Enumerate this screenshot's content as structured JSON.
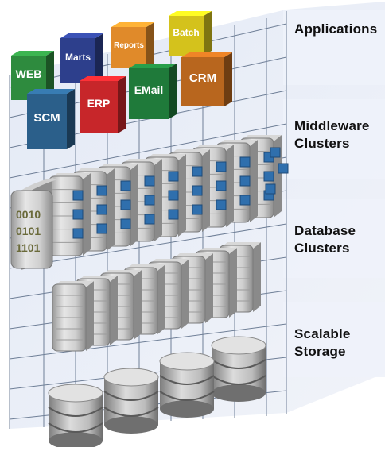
{
  "tiers": {
    "applications": {
      "lines": [
        "Applications"
      ]
    },
    "middleware": {
      "lines": [
        "Middleware",
        "Clusters"
      ]
    },
    "database": {
      "lines": [
        "Database",
        "Clusters"
      ]
    },
    "storage": {
      "lines": [
        "Scalable",
        "Storage"
      ]
    }
  },
  "applications": [
    {
      "label": "WEB",
      "color": "#2e8b3e"
    },
    {
      "label": "Marts",
      "color": "#2d3f8c"
    },
    {
      "label": "Reports",
      "color": "#e08a2a"
    },
    {
      "label": "Batch",
      "color": "#d4c21c"
    },
    {
      "label": "SCM",
      "color": "#2b5f8a"
    },
    {
      "label": "ERP",
      "color": "#c7262a"
    },
    {
      "label": "EMail",
      "color": "#1f7a3a"
    },
    {
      "label": "CRM",
      "color": "#b8661e"
    }
  ],
  "binary_lines": [
    "0010",
    "0101",
    "1101"
  ],
  "colors": {
    "grid_panel": "#e3e9f5",
    "grid_line": "#6f7f97",
    "label_band": "#eef2fa",
    "server_body": "#c9c9c9",
    "server_dark": "#8b8b8b",
    "chip": "#2f6fad",
    "disk": "#bdbdbd"
  }
}
